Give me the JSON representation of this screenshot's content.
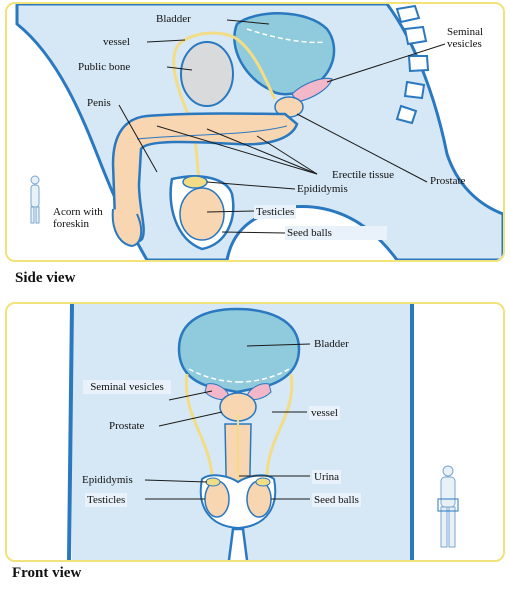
{
  "side_view": {
    "caption": "Side view",
    "labels": {
      "bladder": "Bladder",
      "vessel": "vessel",
      "public_bone": "Public bone",
      "penis": "Penis",
      "seminal_vesicles": "Seminal vesicles",
      "erectile_tissue": "Erectile tissue",
      "prostate": "Prostate",
      "epididymis": "Epididymis",
      "testicles": "Testicles",
      "seed_balls": "Seed balls",
      "acorn_with_foreskin": "Acorn with foreskin"
    }
  },
  "front_view": {
    "caption": "Front view",
    "labels": {
      "bladder": "Bladder",
      "seminal_vesicles": "Seminal vesicles",
      "vessel": "vessel",
      "prostate": "Prostate",
      "urina": "Urina",
      "epididymis": "Epididymis",
      "testicles": "Testicles",
      "seed_balls": "Seed balls"
    }
  },
  "colors": {
    "panel_border": "#f1e27a",
    "body_fill": "#d6e8f5",
    "body_outline": "#2a78c0",
    "bladder_fill": "#8fcbdc",
    "tissue_fill": "#f8d6b2",
    "vesicle_fill": "#f2b7c8",
    "bone_fill": "#d9dadb",
    "duct_color": "#f2dc86"
  }
}
